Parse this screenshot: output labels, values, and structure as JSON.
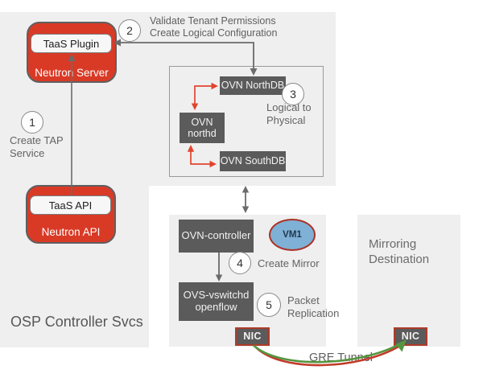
{
  "colors": {
    "panel_bg": "#efefef",
    "node_red": "#d93a26",
    "node_dark_gray": "#5b5b5b",
    "vm_blue": "#7fb0d6",
    "nic_border_red": "#ae3a28",
    "arrow_red": "#e0452e",
    "arrow_gray": "#6b6b6b",
    "gre_red": "#c23b2a",
    "gre_green": "#55953f",
    "note_text_gray": "#636363"
  },
  "zones": {
    "osp_label": "OSP Controller Svcs",
    "mirroring_line1": "Mirroring",
    "mirroring_line2": "Destination"
  },
  "neutron_server": {
    "inner": "TaaS Plugin",
    "label": "Neutron Server"
  },
  "neutron_api": {
    "inner": "TaaS API",
    "label": "Neutron API"
  },
  "ovn": {
    "northdb": "OVN NorthDB",
    "northd_line1": "OVN",
    "northd_line2": "northd",
    "southdb": "OVN SouthDB"
  },
  "compute": {
    "controller": "OVN-controller",
    "vm": "VM1",
    "ovs_line1": "OVS-vswitchd",
    "ovs_line2": "openflow",
    "nic": "NIC"
  },
  "destination": {
    "nic": "NIC"
  },
  "gre_label": "GRE Tunnel",
  "steps": {
    "s1": {
      "num": "1",
      "line1": "Create TAP",
      "line2": "Service"
    },
    "s2": {
      "num": "2",
      "line1": "Validate Tenant Permissions",
      "line2": "Create Logical Configuration"
    },
    "s3": {
      "num": "3",
      "line1": "Logical to",
      "line2": "Physical"
    },
    "s4": {
      "num": "4",
      "label": "Create Mirror"
    },
    "s5": {
      "num": "5",
      "line1": "Packet",
      "line2": "Replication"
    }
  }
}
